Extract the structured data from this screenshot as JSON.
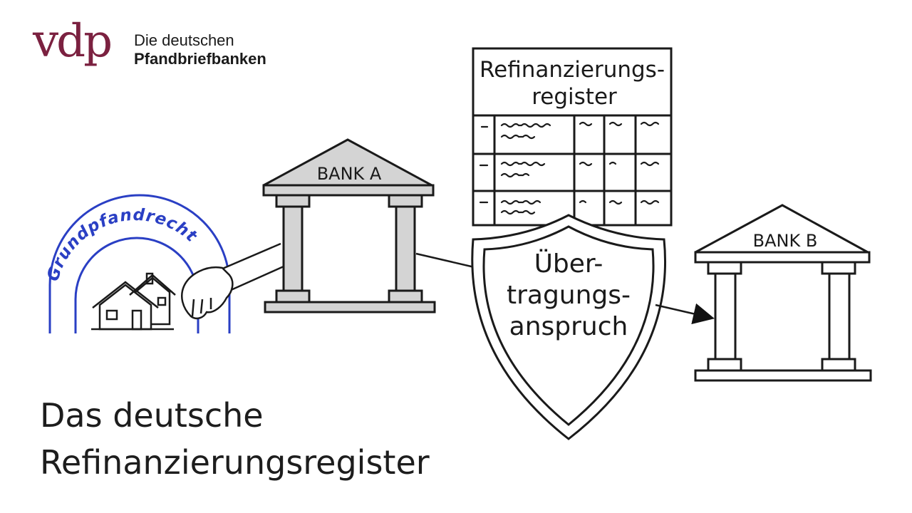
{
  "logo": {
    "mark": "vdp",
    "line1": "Die deutschen",
    "line2": "Pfandbriefbanken",
    "brand_color": "#7b2140"
  },
  "register": {
    "title_line1": "Refinanzierungs-",
    "title_line2": "register"
  },
  "bank_a": {
    "label": "BANK A"
  },
  "bank_b": {
    "label": "BANK B"
  },
  "shield": {
    "line1": "Über-",
    "line2": "tragungs-",
    "line3": "anspruch"
  },
  "collateral": {
    "arc_text": "Grundpfandrecht",
    "arc_color": "#2a3fc4",
    "icon": "houses-icon"
  },
  "caption": {
    "line1": "Das deutsche",
    "line2": "Refinanzierungsregister"
  }
}
